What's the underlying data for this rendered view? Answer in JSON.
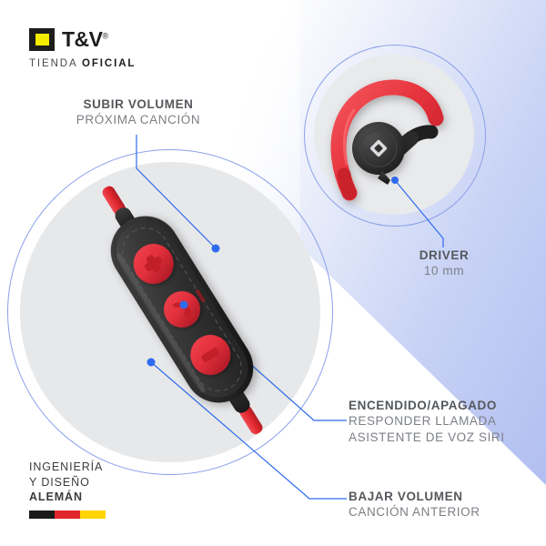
{
  "brand": {
    "name": "T&V",
    "registered": "®",
    "tagline_light": "TIENDA ",
    "tagline_bold": "OFICIAL",
    "logo_outer_color": "#1d1d1b",
    "logo_inner_color": "#f5ec00"
  },
  "callouts": [
    {
      "id": "volume-up",
      "title": "SUBIR VOLUMEN",
      "lines": [
        "PRÓXIMA CANCIÓN"
      ],
      "align": "center"
    },
    {
      "id": "driver",
      "title": "DRIVER",
      "lines": [
        "10 mm"
      ],
      "align": "center"
    },
    {
      "id": "power-call",
      "title": "ENCENDIDO/APAGADO",
      "lines": [
        "RESPONDER LLAMADA",
        "ASISTENTE DE VOZ SIRI"
      ],
      "align": "left"
    },
    {
      "id": "volume-down",
      "title": "BAJAR VOLUMEN",
      "lines": [
        "CANCIÓN ANTERIOR"
      ],
      "align": "left"
    }
  ],
  "footer": {
    "line1": "INGENIERÍA",
    "line2": "Y DISEÑO",
    "line3": "ALEMÁN",
    "flag_colors": [
      "#1a1a1a",
      "#e1262d",
      "#ffd400"
    ]
  },
  "product": {
    "remote_body_color": "#303030",
    "button_color": "#e8333f",
    "cable_color": "#e1262d",
    "earhook_color": "#e8333f",
    "housing_color": "#2f2f2f",
    "buttons": [
      {
        "name": "volume-up-button",
        "icon": "plus-icon"
      },
      {
        "name": "call-button",
        "icon": "phone-handset-icon"
      },
      {
        "name": "volume-down-button",
        "icon": "minus-icon"
      }
    ]
  },
  "theme": {
    "accent_line": "#2f6bed",
    "bg_blue": "#aebcf0",
    "bg_white": "#ffffff",
    "circle_gray": "#e7e8ea",
    "text_dark": "#54585c",
    "text_light": "#7b7f85"
  }
}
